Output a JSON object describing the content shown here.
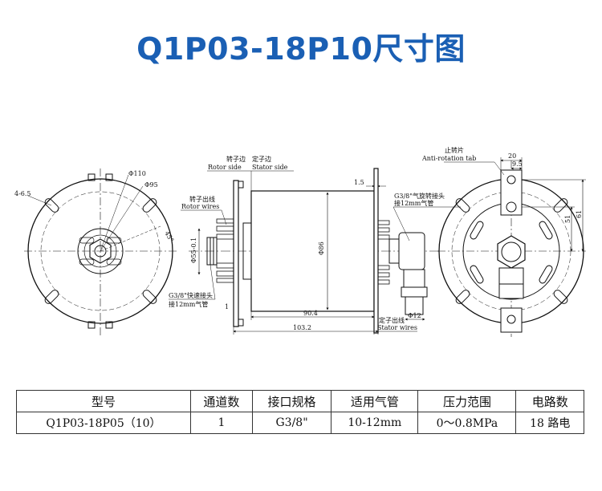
{
  "title": "Q1P03-18P10尺寸图",
  "drawing": {
    "left_view": {
      "dims": {
        "d110": "Φ110",
        "d95": "Φ95",
        "slot": "4-6.5",
        "angle": "45°"
      }
    },
    "side_view": {
      "labels": {
        "rotor_side_cn": "转子边",
        "stator_side_cn": "定子边",
        "rotor_side": "Rotor side",
        "stator_side": "Stator side",
        "rotor_wires_cn": "转子出线",
        "rotor_wires": "Rotor wires",
        "stator_wires_cn": "定子出线",
        "stator_wires": "Stator wires",
        "fitting_left_1": "G3/8\"快速接头",
        "fitting_left_2": "接12mm气管",
        "fitting_right_1": "G3/8\"气旋转接头",
        "fitting_right_2": "接12mm气管"
      },
      "dims": {
        "d86": "Φ86",
        "d55": "Φ55-0.1",
        "d12": "Φ12",
        "len_90_4": "90.4",
        "len_103_2": "103.2",
        "t1_5": "1.5",
        "t1": "1"
      }
    },
    "right_view": {
      "labels": {
        "tab_cn": "止转片",
        "tab": "Anti-rotation tab"
      },
      "dims": {
        "w20": "20",
        "w9_5": "9.5",
        "h51": "51",
        "h61": "61"
      }
    }
  },
  "table": {
    "headers": [
      "型号",
      "通道数",
      "接口规格",
      "适用气管",
      "压力范围",
      "电路数"
    ],
    "rows": [
      [
        "Q1P03-18P05（10）",
        "1",
        "G3/8\"",
        "10-12mm",
        "0～0.8MPa",
        "18 路电"
      ]
    ]
  }
}
